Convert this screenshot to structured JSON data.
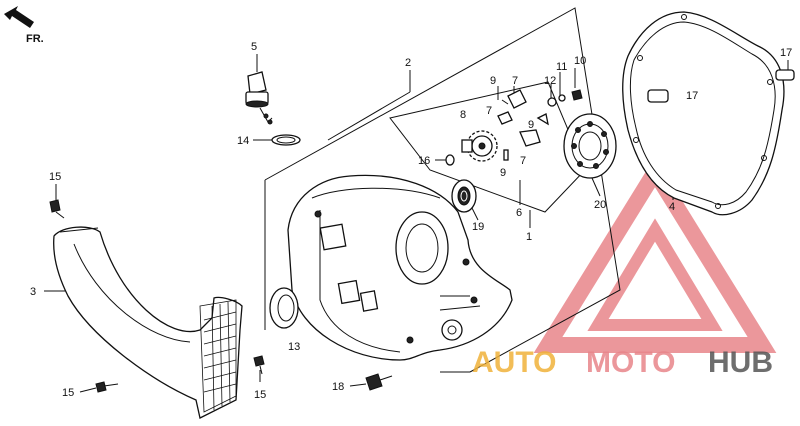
{
  "diagram": {
    "orientation_label": "FR.",
    "callouts": [
      {
        "id": "c2",
        "text": "2"
      },
      {
        "id": "c3",
        "text": "3"
      },
      {
        "id": "c4",
        "text": "4"
      },
      {
        "id": "c5",
        "text": "5"
      },
      {
        "id": "c6",
        "text": "6"
      },
      {
        "id": "c1",
        "text": "1"
      },
      {
        "id": "c7a",
        "text": "7"
      },
      {
        "id": "c7b",
        "text": "7"
      },
      {
        "id": "c7c",
        "text": "7"
      },
      {
        "id": "c8",
        "text": "8"
      },
      {
        "id": "c9a",
        "text": "9"
      },
      {
        "id": "c9b",
        "text": "9"
      },
      {
        "id": "c9c",
        "text": "9"
      },
      {
        "id": "c10",
        "text": "10"
      },
      {
        "id": "c11",
        "text": "11"
      },
      {
        "id": "c12",
        "text": "12"
      },
      {
        "id": "c13",
        "text": "13"
      },
      {
        "id": "c14",
        "text": "14"
      },
      {
        "id": "c15a",
        "text": "15"
      },
      {
        "id": "c15b",
        "text": "15"
      },
      {
        "id": "c15c",
        "text": "15"
      },
      {
        "id": "c16",
        "text": "16"
      },
      {
        "id": "c17a",
        "text": "17"
      },
      {
        "id": "c17b",
        "text": "17"
      },
      {
        "id": "c18",
        "text": "18"
      },
      {
        "id": "c19",
        "text": "19"
      },
      {
        "id": "c20",
        "text": "20"
      }
    ]
  },
  "watermark": {
    "brand_part1": "AUTO",
    "brand_part2": "MOTO",
    "brand_part3": "HUB",
    "color_primary": "#f0b23a",
    "color_secondary": "#e8858a",
    "color_dark": "#555555"
  }
}
